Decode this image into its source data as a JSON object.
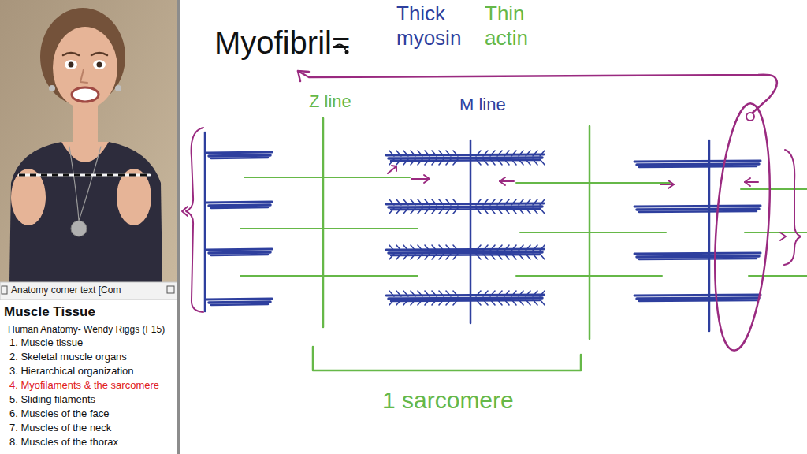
{
  "diagram": {
    "nodes": [
      {
        "text": [
          "Anatomy corner text [Com",
          "Muscle Tissue",
          "Human Anatomy- Wendy Riggs (F15)",
          "1. Muscle tissue",
          "2. Skeletal muscle organs",
          "3. Hierarchical organization",
          "4. Myofilaments & the sarcomere",
          "5. Sliding filaments",
          "6. Muscles of the face",
          "7. Muscles of the neck",
          "8. Muscles of the thorax"
        ]
      }
    ],
    "labels": [
      "Myofibril=",
      "Thick myosin",
      "Thin actin",
      "Z line",
      "M line",
      "1 sarcomere"
    ]
  }
}
